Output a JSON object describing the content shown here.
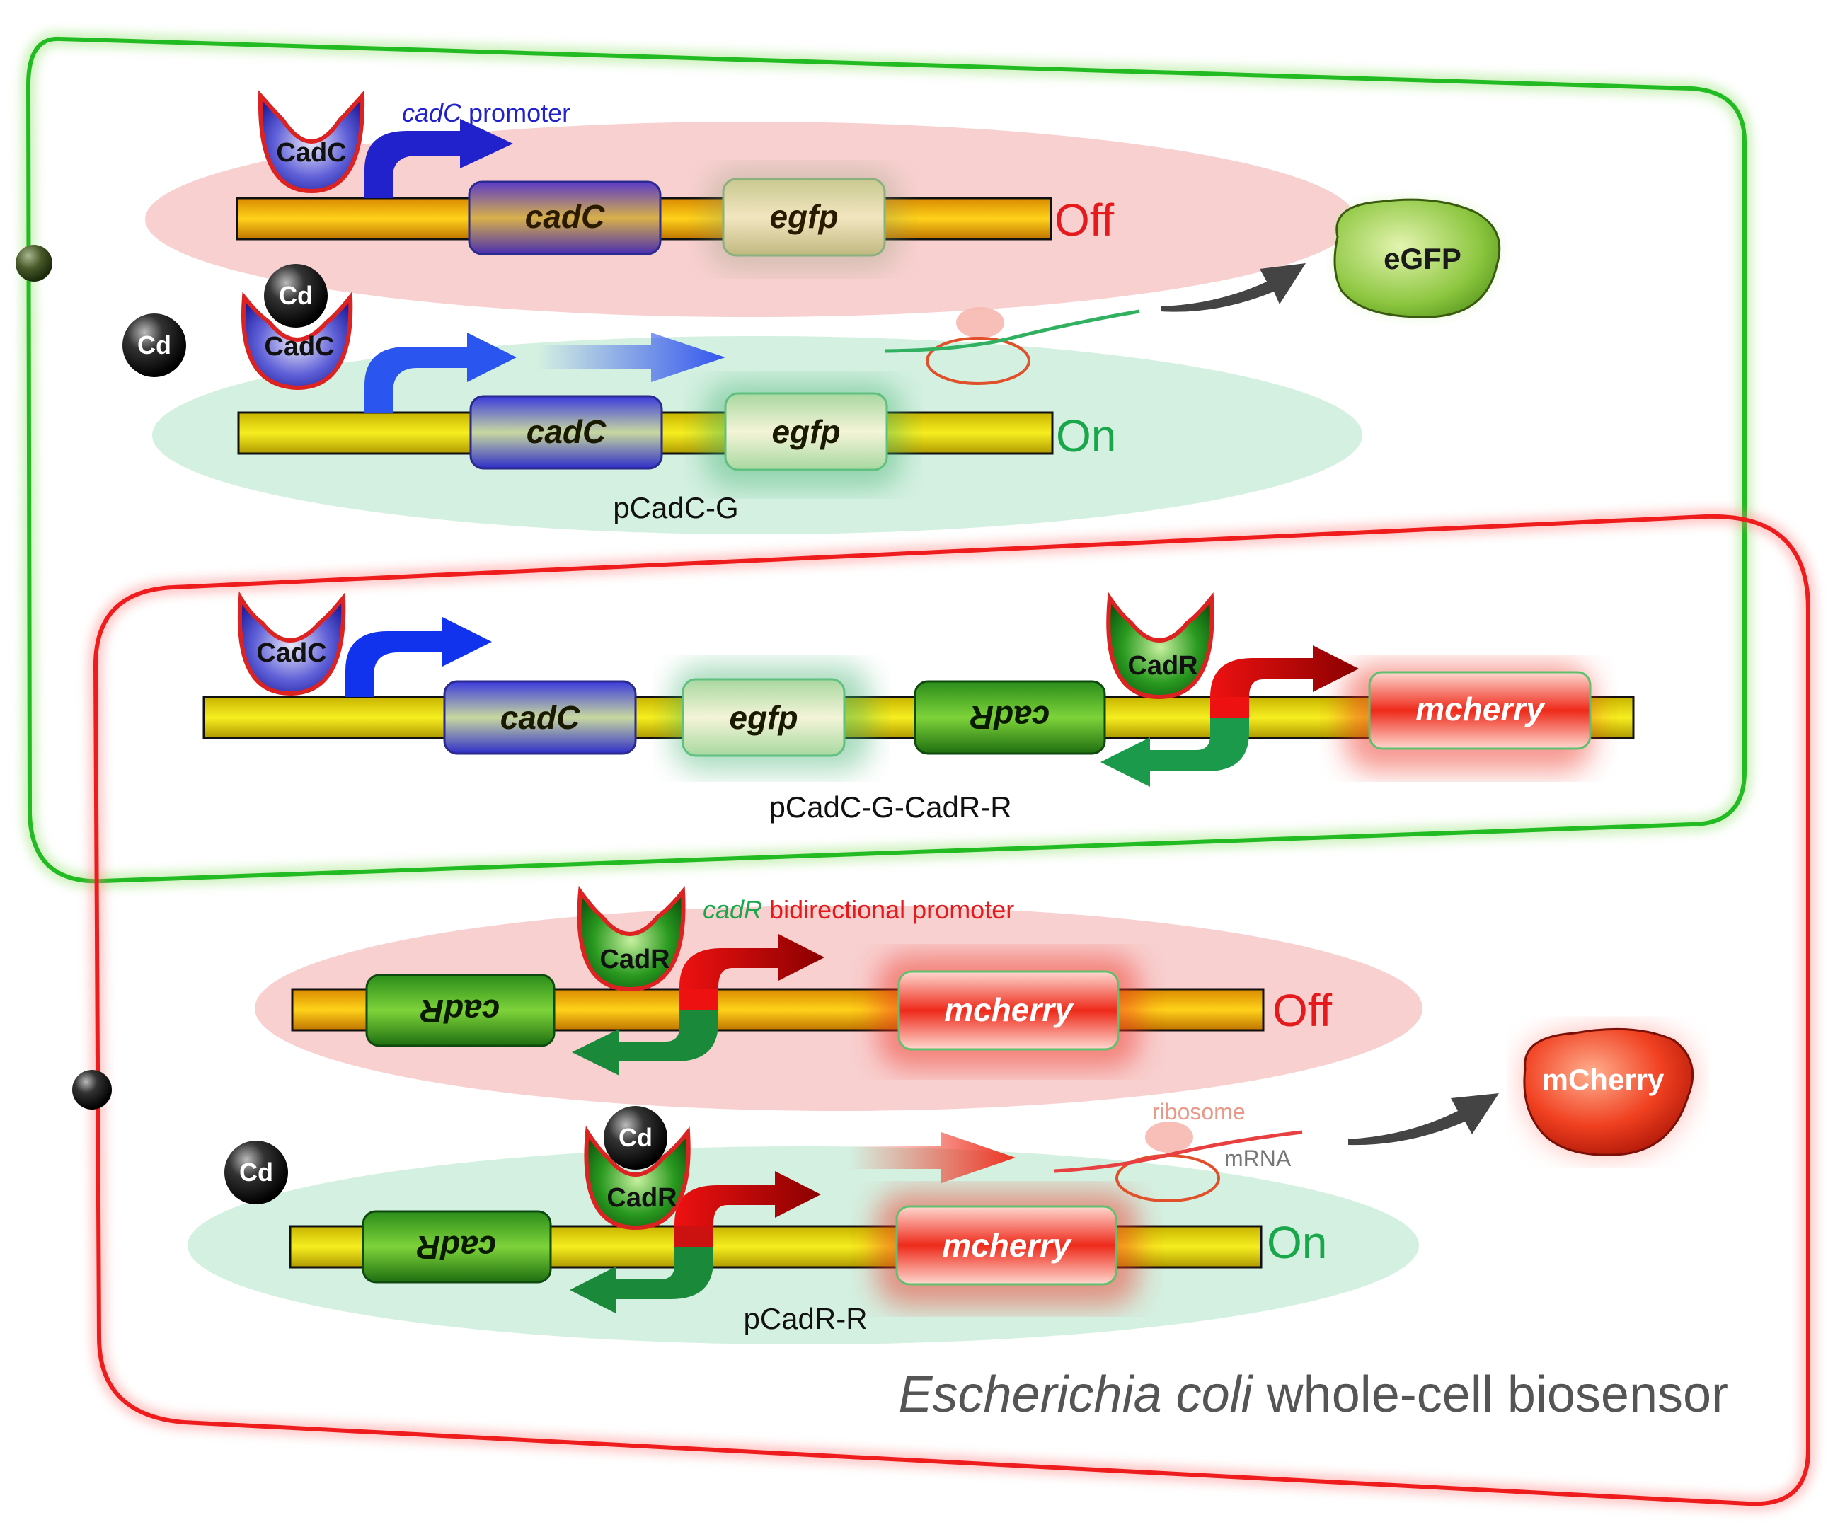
{
  "colors": {
    "cell_green": "#22bb22",
    "cell_red": "#ee1c1c",
    "dna_yellow": "#f0e400",
    "cadC_blue": "#3333cc",
    "cadR_green": "#1e8c1e",
    "off_red": "#e41a1c",
    "on_green": "#1aa64a",
    "egfp_green": "#8cc63f",
    "mcherry_red": "#e8321e"
  },
  "top_construct": {
    "promoter_label_italic": "cadC",
    "promoter_label_rest": " promoter",
    "repressor": "CadC",
    "gene1": "cadC",
    "gene2": "egfp",
    "off": "Off",
    "on": "On",
    "plasmid": "pCadC-G",
    "metal": "Cd",
    "product": "eGFP"
  },
  "combined_construct": {
    "repressor1": "CadC",
    "repressor2": "CadR",
    "gene1": "cadC",
    "gene2": "egfp",
    "gene3": "cadR",
    "gene4": "mcherry",
    "plasmid": "pCadC-G-CadR-R"
  },
  "bottom_construct": {
    "promoter_label_italic": "cadR",
    "promoter_label_rest": " bidirectional promoter",
    "repressor": "CadR",
    "gene1": "cadR",
    "gene2": "mcherry",
    "off": "Off",
    "on": "On",
    "plasmid": "pCadR-R",
    "metal": "Cd",
    "ribosome": "ribosome",
    "mrna": "mRNA",
    "product": "mCherry"
  },
  "caption": {
    "italic": "Escherichia coli",
    "rest": " whole-cell biosensor"
  }
}
